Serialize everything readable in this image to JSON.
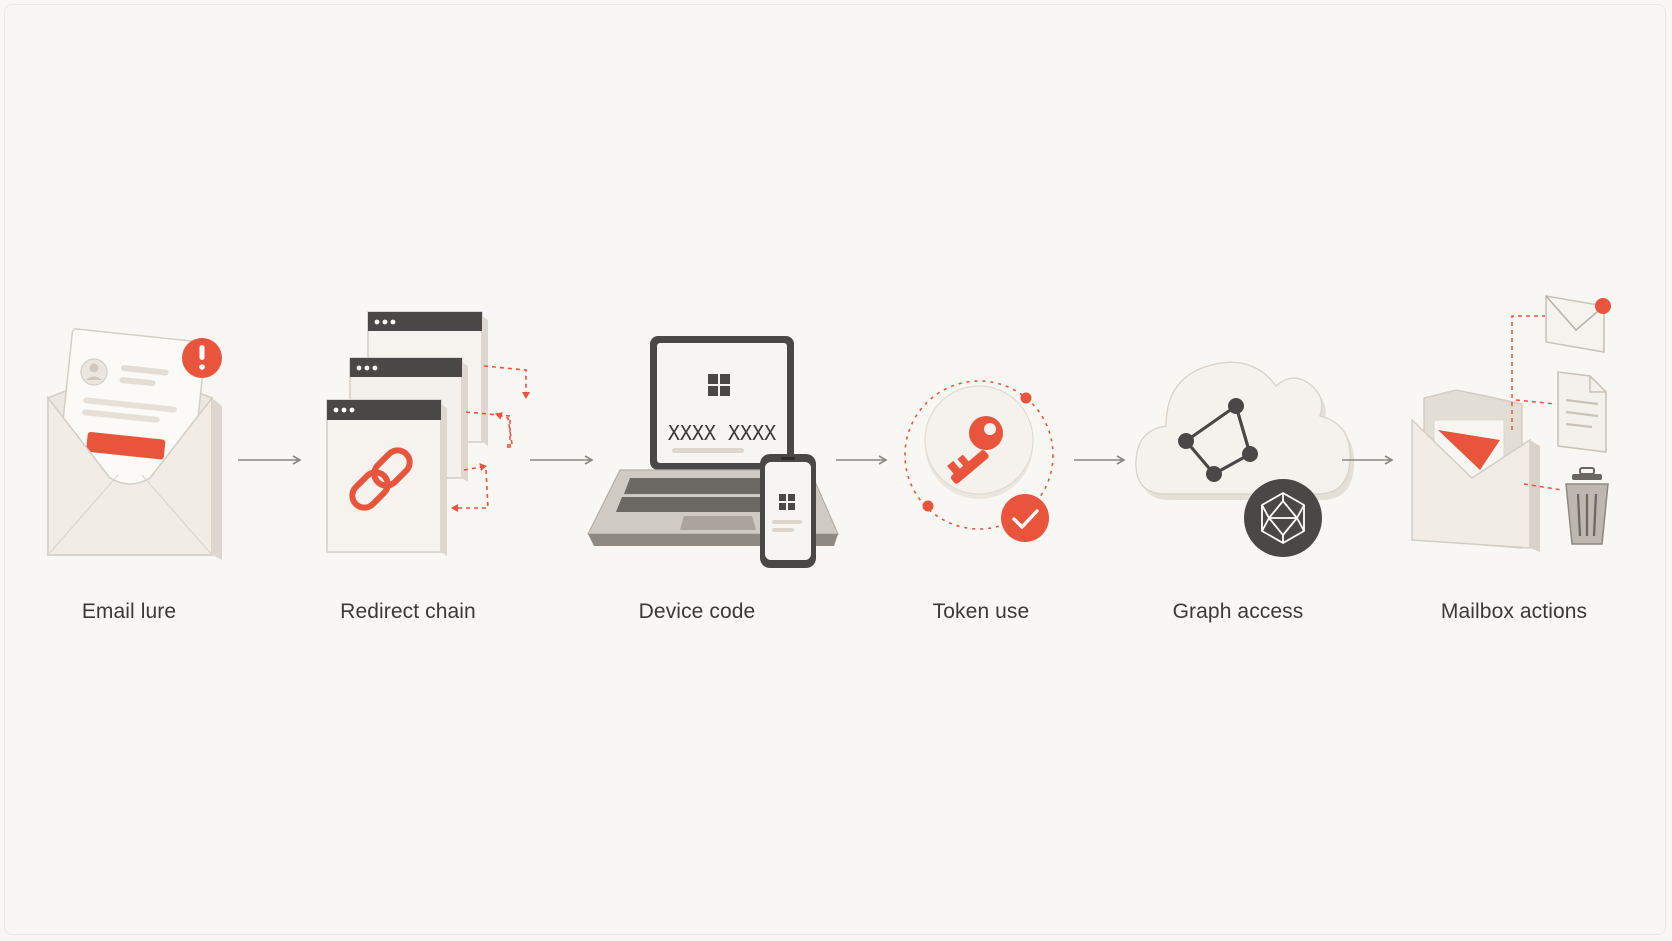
{
  "steps": [
    {
      "label": "Email lure",
      "icon": "email-lure-icon"
    },
    {
      "label": "Redirect chain",
      "icon": "redirect-chain-icon"
    },
    {
      "label": "Device code",
      "icon": "device-code-icon"
    },
    {
      "label": "Token use",
      "icon": "token-key-icon"
    },
    {
      "label": "Graph access",
      "icon": "graph-cloud-icon"
    },
    {
      "label": "Mailbox actions",
      "icon": "mailbox-folder-icon"
    }
  ],
  "device_code": {
    "code_text": "XXXX XXXX"
  },
  "colors": {
    "accent": "#e8543c",
    "paper": "#f4f1ec",
    "outline": "#d3cec6",
    "dark": "#4a4846",
    "background": "#f9f7f3"
  }
}
